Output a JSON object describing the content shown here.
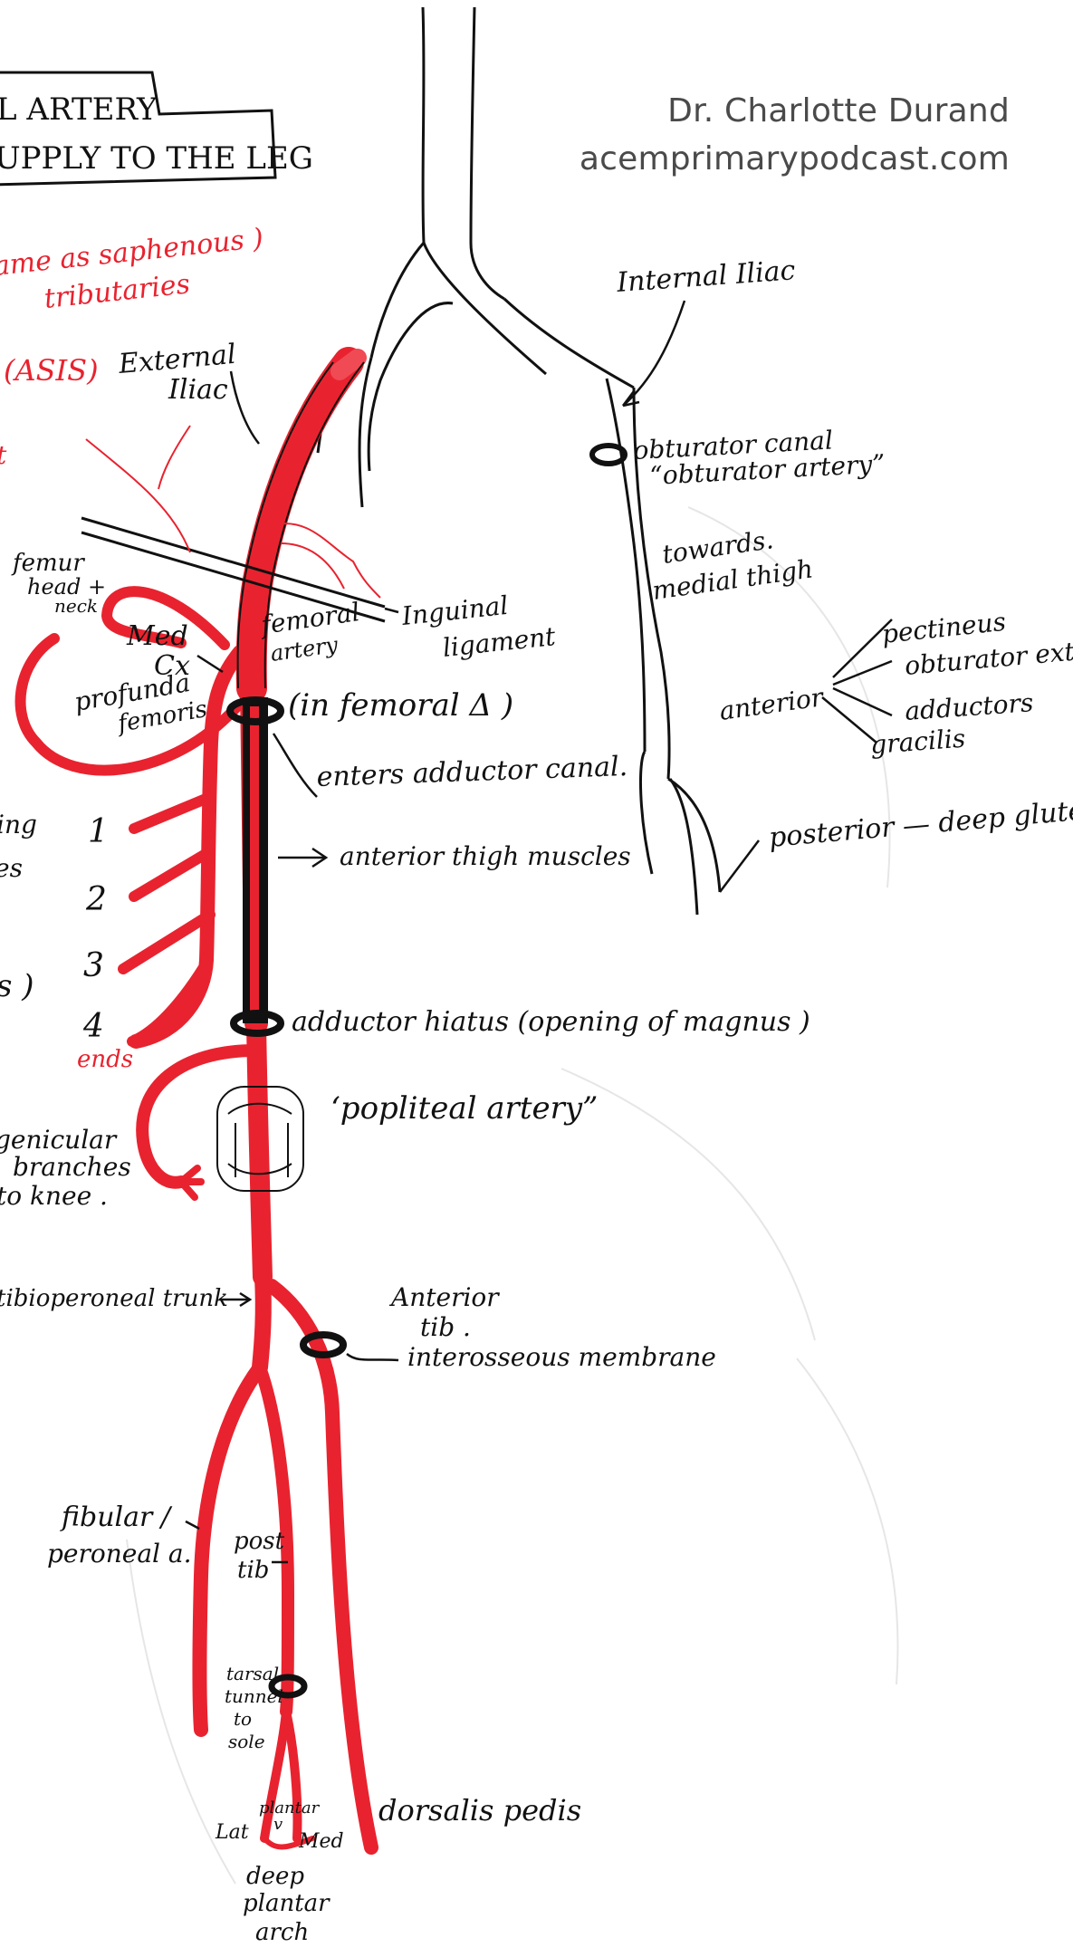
{
  "credit": {
    "author": "Dr. Charlotte Durand",
    "website": "acemprimarypodcast.com"
  },
  "title_box": {
    "line1": "L ARTERY",
    "line2": "UPPLY TO THE LEG"
  },
  "colors": {
    "artery_red": "#e8232f",
    "ink": "#111111",
    "credit_gray": "#4a4a4a",
    "paper": "#ffffff"
  },
  "labels": {
    "internal_iliac": "Internal Iliac",
    "external_iliac_1": "External",
    "external_iliac_2": "Iliac",
    "obturator_canal_1": "obturator canal",
    "obturator_canal_2": "“obturator artery”",
    "towards_1": "towards.",
    "towards_2": "medial thigh",
    "inguinal_1": "Inguinal",
    "inguinal_2": "ligament",
    "femur_1": "femur",
    "femur_2": "head +",
    "femur_3": "neck",
    "med_cx_1": "Med",
    "med_cx_2": "Cx",
    "profunda_1": "profunda",
    "profunda_2": "femoris",
    "femoral_1": "femoral",
    "femoral_2": "artery",
    "in_femoral": "(in femoral Δ )",
    "enters_adductor": "enters adductor canal.",
    "anterior_thigh": "anterior thigh muscles",
    "adductor_hiatus": "adductor hiatus (opening of magnus )",
    "popliteal": "‘popliteal artery”",
    "genicular_1": "genicular",
    "genicular_2": "branches",
    "genicular_3": "to knee .",
    "tibioperoneal": "tibioperoneal trunk",
    "anterior_tib_1": "Anterior",
    "anterior_tib_2": "tib .",
    "interosseous": "interosseous membrane",
    "fibular_1": "fibular /",
    "fibular_2": "peroneal a.",
    "post_tib_1": "post",
    "post_tib_2": "tib",
    "tarsal_1": "tarsal",
    "tarsal_2": "tunnel",
    "tarsal_3": "to",
    "tarsal_4": "sole",
    "dorsalis": "dorsalis pedis",
    "lat": "Lat",
    "plantar_1": "plantar",
    "plantar_2": "v",
    "med": "Med",
    "deep_1": "deep",
    "deep_2": "plantar",
    "deep_3": "arch",
    "anterior_div": "anterior",
    "posterior_div": "posterior — deep glutes",
    "pectineus": "pectineus",
    "obturator_ext": "obturator ext",
    "adductors": "adductors",
    "gracilis": "gracilis",
    "perf_1": "1",
    "perf_2": "2",
    "perf_3": "3",
    "perf_4": "4",
    "ends": "ends",
    "cut_ing": "ing",
    "cut_es": "es",
    "cut_s": "s )",
    "red_saphenous_1": "ame as saphenous )",
    "red_saphenous_2": "tributaries",
    "red_asis": "(ASIS)",
    "red_t": "t"
  }
}
